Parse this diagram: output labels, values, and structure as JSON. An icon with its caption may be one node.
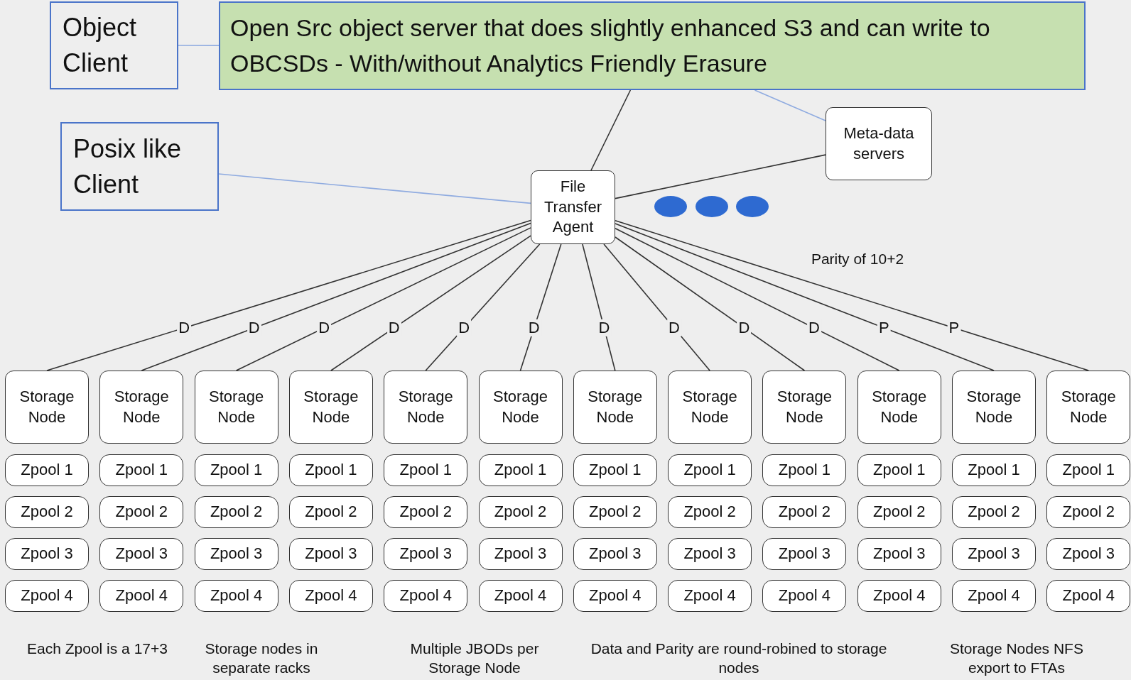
{
  "diagram": {
    "nodes": [
      {
        "text": [
          "Object Client"
        ]
      },
      {
        "text": [
          "Open Src object server that does slightly enhanced S3 and can write to OBCSDs - With/without Analytics Friendly Erasure"
        ]
      },
      {
        "text": [
          "Posix like Client"
        ]
      },
      {
        "text": [
          "Meta-data servers"
        ]
      },
      {
        "text": [
          "File Transfer Agent"
        ]
      },
      {
        "text": [],
        "shape": "circle"
      },
      {
        "text": [],
        "shape": "circle"
      },
      {
        "text": [],
        "shape": "circle"
      },
      {
        "text": [
          "Storage Node"
        ]
      },
      {
        "text": [
          "Storage Node"
        ]
      },
      {
        "text": [
          "Storage Node"
        ]
      },
      {
        "text": [
          "Storage Node"
        ]
      },
      {
        "text": [
          "Storage Node"
        ]
      },
      {
        "text": [
          "Storage Node"
        ]
      },
      {
        "text": [
          "Storage Node"
        ]
      },
      {
        "text": [
          "Storage Node"
        ]
      },
      {
        "text": [
          "Storage Node"
        ]
      },
      {
        "text": [
          "Storage Node"
        ]
      },
      {
        "text": [
          "Storage Node"
        ]
      },
      {
        "text": [
          "Storage Node"
        ]
      },
      {
        "text": [
          "Zpool 1"
        ]
      },
      {
        "text": [
          "Zpool 1"
        ]
      },
      {
        "text": [
          "Zpool 1"
        ]
      },
      {
        "text": [
          "Zpool 1"
        ]
      },
      {
        "text": [
          "Zpool 1"
        ]
      },
      {
        "text": [
          "Zpool 1"
        ]
      },
      {
        "text": [
          "Zpool 1"
        ]
      },
      {
        "text": [
          "Zpool 1"
        ]
      },
      {
        "text": [
          "Zpool 1"
        ]
      },
      {
        "text": [
          "Zpool 1"
        ]
      },
      {
        "text": [
          "Zpool 1"
        ]
      },
      {
        "text": [
          "Zpool 1"
        ]
      },
      {
        "text": [
          "Zpool 2"
        ]
      },
      {
        "text": [
          "Zpool 2"
        ]
      },
      {
        "text": [
          "Zpool 2"
        ]
      },
      {
        "text": [
          "Zpool 2"
        ]
      },
      {
        "text": [
          "Zpool 2"
        ]
      },
      {
        "text": [
          "Zpool 2"
        ]
      },
      {
        "text": [
          "Zpool 2"
        ]
      },
      {
        "text": [
          "Zpool 2"
        ]
      },
      {
        "text": [
          "Zpool 2"
        ]
      },
      {
        "text": [
          "Zpool 2"
        ]
      },
      {
        "text": [
          "Zpool 2"
        ]
      },
      {
        "text": [
          "Zpool 2"
        ]
      },
      {
        "text": [
          "Zpool 3"
        ]
      },
      {
        "text": [
          "Zpool 3"
        ]
      },
      {
        "text": [
          "Zpool 3"
        ]
      },
      {
        "text": [
          "Zpool 3"
        ]
      },
      {
        "text": [
          "Zpool 3"
        ]
      },
      {
        "text": [
          "Zpool 3"
        ]
      },
      {
        "text": [
          "Zpool 3"
        ]
      },
      {
        "text": [
          "Zpool 3"
        ]
      },
      {
        "text": [
          "Zpool 3"
        ]
      },
      {
        "text": [
          "Zpool 3"
        ]
      },
      {
        "text": [
          "Zpool 3"
        ]
      },
      {
        "text": [
          "Zpool 3"
        ]
      },
      {
        "text": [
          "Zpool 4"
        ]
      },
      {
        "text": [
          "Zpool 4"
        ]
      },
      {
        "text": [
          "Zpool 4"
        ]
      },
      {
        "text": [
          "Zpool 4"
        ]
      },
      {
        "text": [
          "Zpool 4"
        ]
      },
      {
        "text": [
          "Zpool 4"
        ]
      },
      {
        "text": [
          "Zpool 4"
        ]
      },
      {
        "text": [
          "Zpool 4"
        ]
      },
      {
        "text": [
          "Zpool 4"
        ]
      },
      {
        "text": [
          "Zpool 4"
        ]
      },
      {
        "text": [
          "Zpool 4"
        ]
      },
      {
        "text": [
          "Zpool 4"
        ]
      }
    ],
    "edges": [
      {
        "from": 0,
        "to": 1,
        "arrow": "none",
        "color": "#8fabe0"
      },
      {
        "from": 1,
        "to": 4,
        "arrow": "none"
      },
      {
        "from": 1,
        "to": 3,
        "arrow": "none",
        "color": "#8fabe0"
      },
      {
        "from": 2,
        "to": 4,
        "arrow": "none",
        "color": "#8fabe0"
      },
      {
        "from": 4,
        "to": 3,
        "arrow": "none"
      },
      {
        "from": 4,
        "to": 8,
        "arrow": "none",
        "label": "D"
      },
      {
        "from": 4,
        "to": 9,
        "arrow": "none",
        "label": "D"
      },
      {
        "from": 4,
        "to": 10,
        "arrow": "none",
        "label": "D"
      },
      {
        "from": 4,
        "to": 11,
        "arrow": "none",
        "label": "D"
      },
      {
        "from": 4,
        "to": 12,
        "arrow": "none",
        "label": "D"
      },
      {
        "from": 4,
        "to": 13,
        "arrow": "none",
        "label": "D"
      },
      {
        "from": 4,
        "to": 14,
        "arrow": "none",
        "label": "D"
      },
      {
        "from": 4,
        "to": 15,
        "arrow": "none",
        "label": "D"
      },
      {
        "from": 4,
        "to": 16,
        "arrow": "none",
        "label": "D"
      },
      {
        "from": 4,
        "to": 17,
        "arrow": "none",
        "label": "D"
      },
      {
        "from": 4,
        "to": 18,
        "arrow": "none",
        "label": "P"
      },
      {
        "from": 4,
        "to": 19,
        "arrow": "none",
        "label": "P"
      }
    ],
    "labels": [
      "Parity of 10+2",
      "Each Zpool is a 17+3",
      "Storage nodes in separate racks",
      "Multiple JBODs per Storage Node",
      "Data and Parity are round-robined to storage nodes",
      "Storage Nodes NFS export to FTAs"
    ]
  }
}
